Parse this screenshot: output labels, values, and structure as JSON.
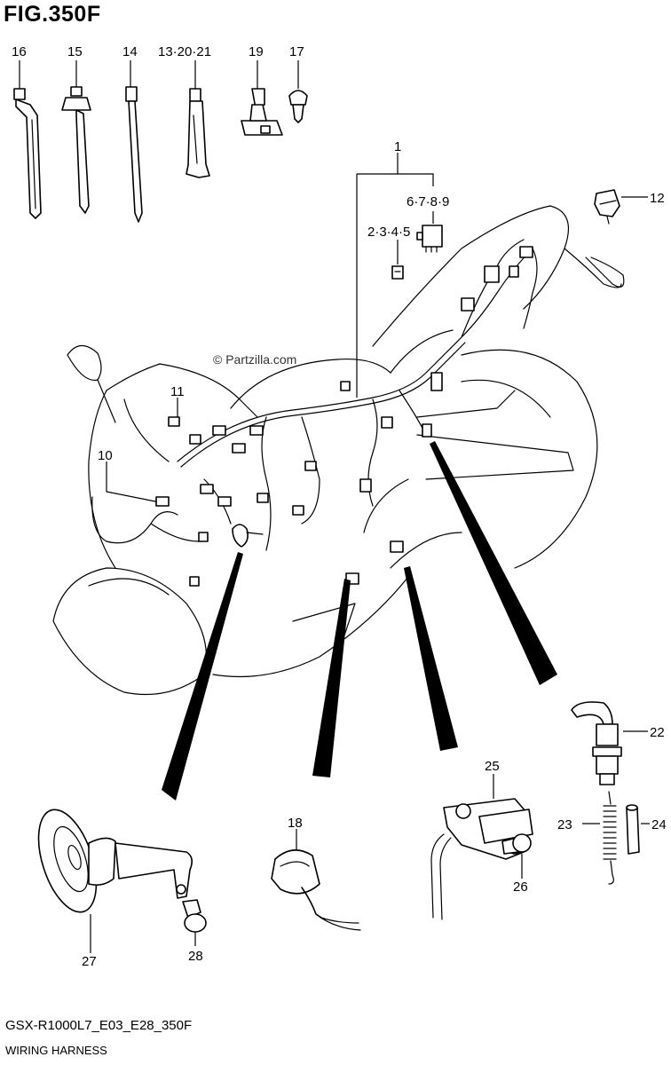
{
  "header": {
    "figure_title": "FIG.350F"
  },
  "footer": {
    "model_code": "GSX-R1000L7_E03_E28_350F",
    "section_name": "WIRING HARNESS"
  },
  "watermark": {
    "text": "© Partzilla.com"
  },
  "callouts": {
    "c1": "1",
    "c2345": "2·3·4·5",
    "c6789": "6·7·8·9",
    "c10": "10",
    "c11": "11",
    "c12": "12",
    "c132021": "13·20·21",
    "c14": "14",
    "c15": "15",
    "c16": "16",
    "c17": "17",
    "c18": "18",
    "c19": "19",
    "c22": "22",
    "c23": "23",
    "c24": "24",
    "c25": "25",
    "c26": "26",
    "c27": "27",
    "c28": "28"
  }
}
